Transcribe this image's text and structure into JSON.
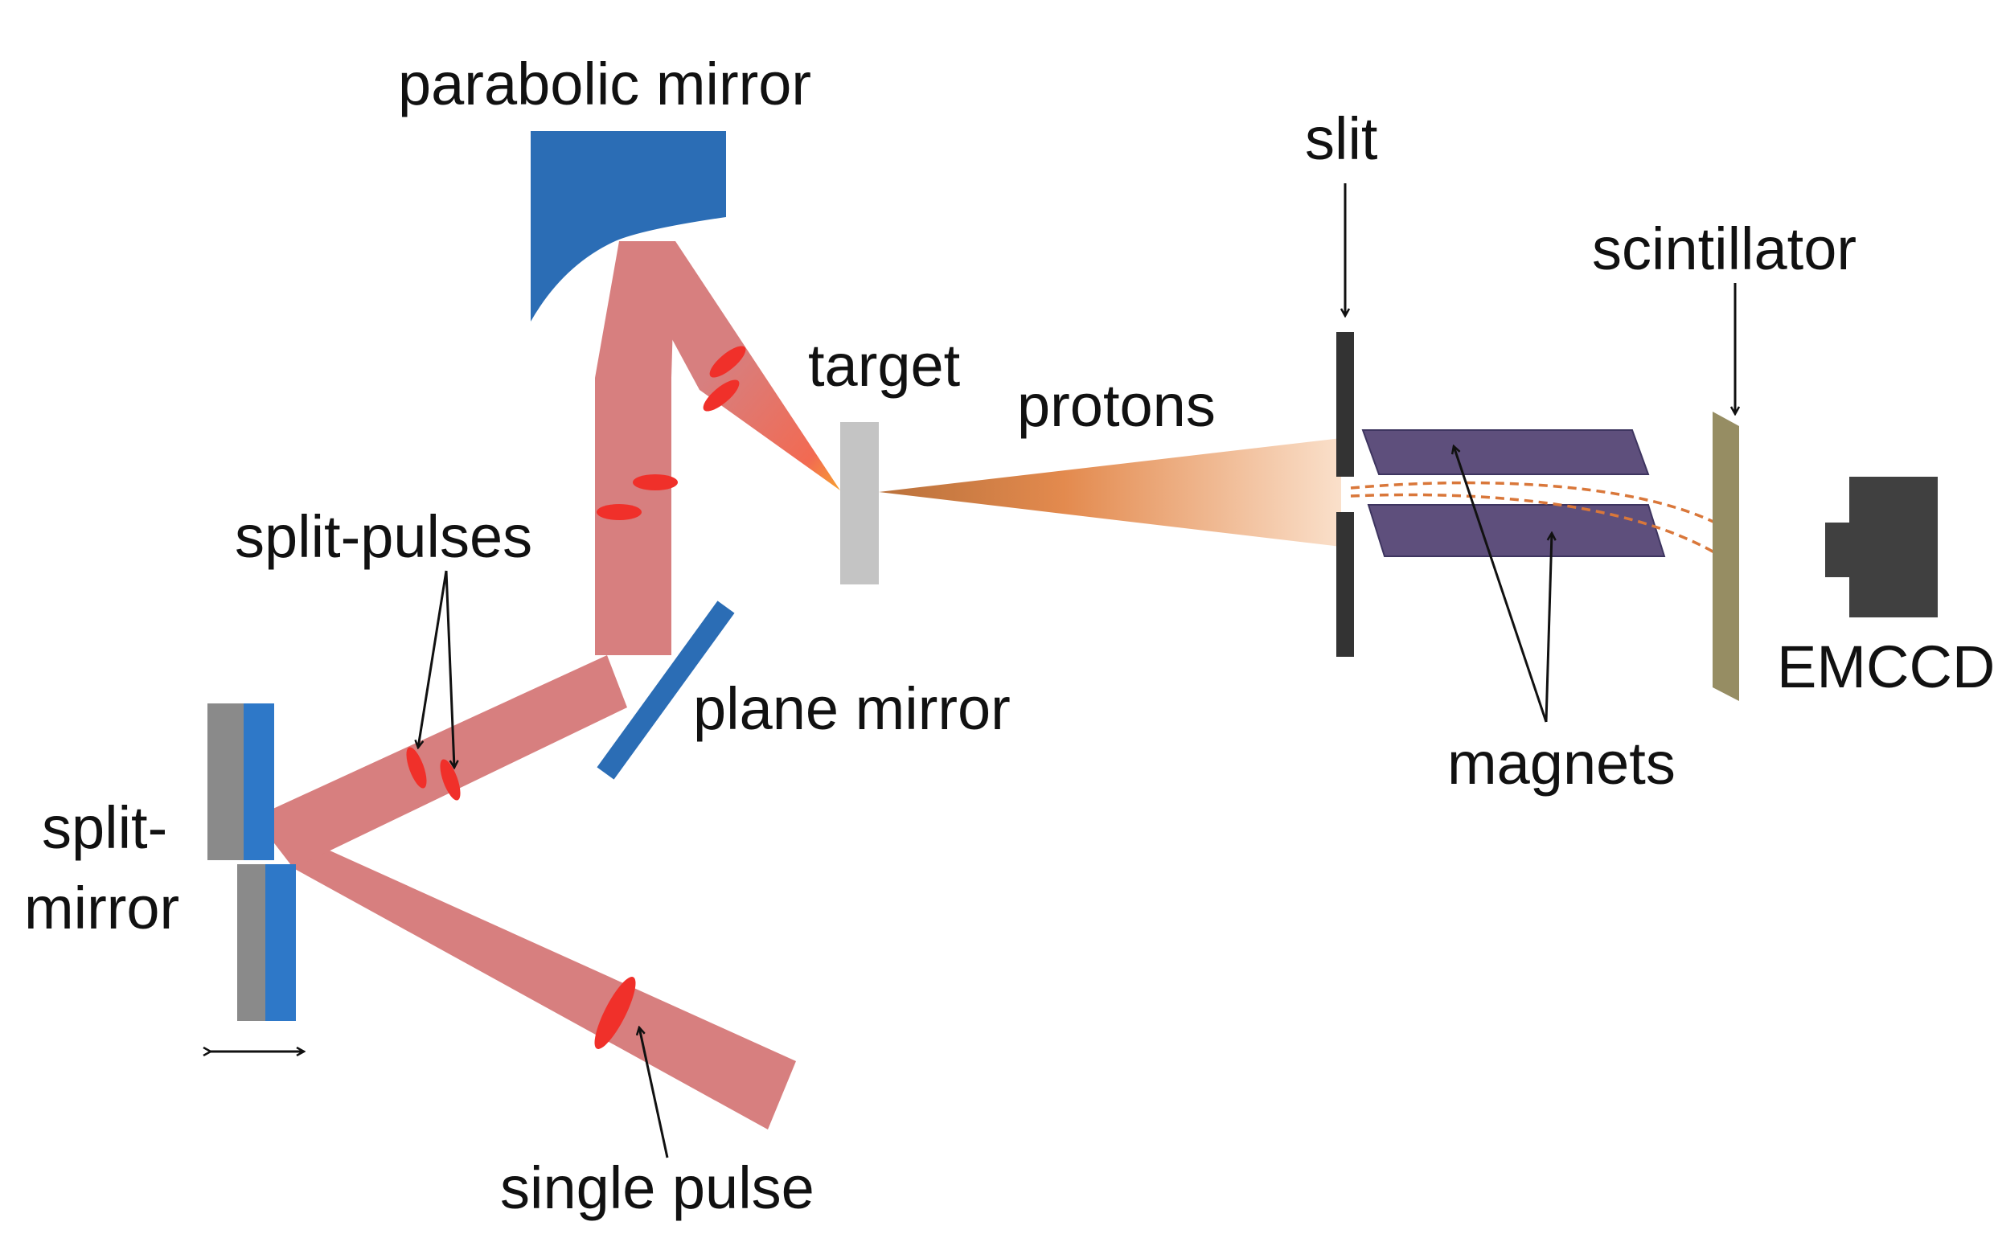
{
  "labels": {
    "parabolic_mirror": "parabolic mirror",
    "slit": "slit",
    "scintillator": "scintillator",
    "target": "target",
    "protons": "protons",
    "split_pulses": "split-pulses",
    "plane_mirror": "plane mirror",
    "magnets": "magnets",
    "emccd": "EMCCD",
    "split_mirror_line1": "split-",
    "split_mirror_line2": "mirror",
    "single_pulse": "single pulse"
  },
  "colors": {
    "laser_beam": "#d77f7f",
    "pulse": "#f0302a",
    "mirror_blue": "#2b6db5",
    "mirror_substrate": "#8a8a8a",
    "target": "#c4c4c4",
    "proton_beam": "#e38a4e",
    "slit": "#333333",
    "magnet": "#5e4f7c",
    "trajectory": "#d9773a",
    "scintillator": "#968d63",
    "emccd": "#404040",
    "arrow": "#111111"
  }
}
